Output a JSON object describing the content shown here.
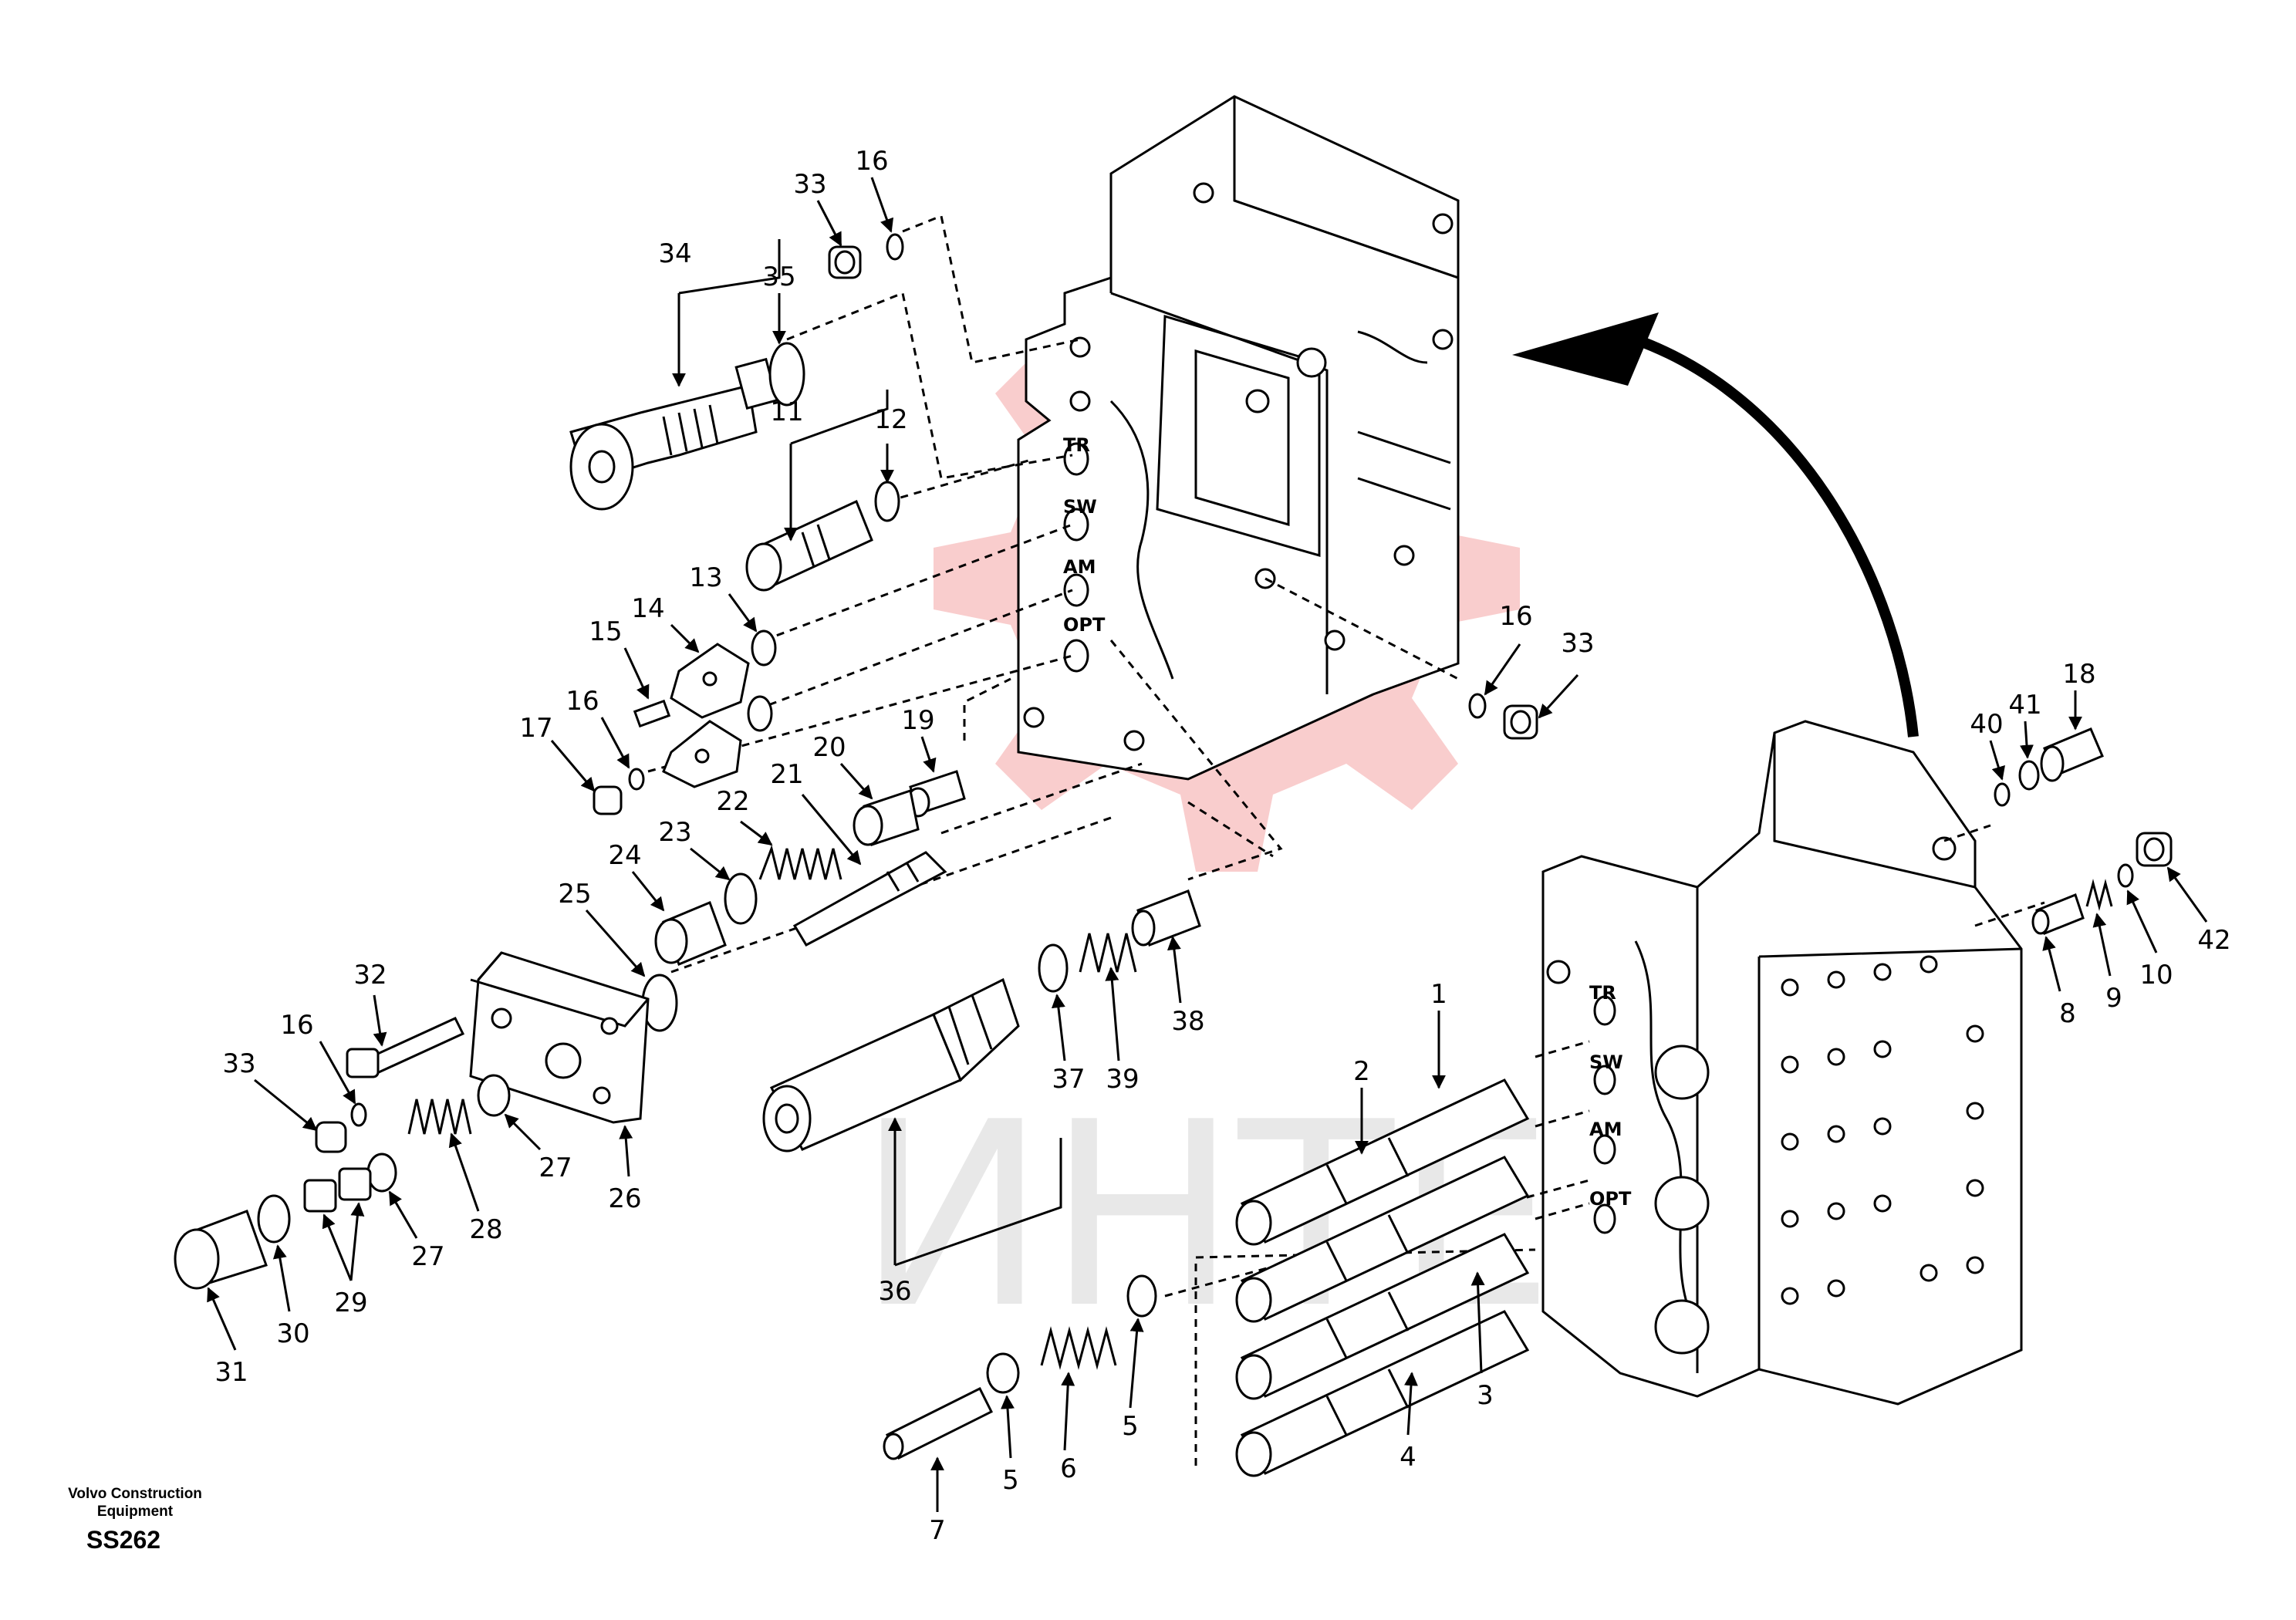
{
  "diagram": {
    "publisher": "Volvo Construction Equipment",
    "code": "SS262",
    "watermark_text": "ИНТЕХ",
    "watermark_color": "#e84a4a",
    "port_labels": {
      "upper": [
        "TR",
        "SW",
        "AM",
        "OPT"
      ],
      "lower": [
        "TR",
        "SW",
        "AM",
        "OPT"
      ]
    },
    "callouts": [
      {
        "id": "c16a",
        "text": "16"
      },
      {
        "id": "c33a",
        "text": "33"
      },
      {
        "id": "c34",
        "text": "34"
      },
      {
        "id": "c35",
        "text": "35"
      },
      {
        "id": "c11",
        "text": "11"
      },
      {
        "id": "c12",
        "text": "12"
      },
      {
        "id": "c13",
        "text": "13"
      },
      {
        "id": "c14",
        "text": "14"
      },
      {
        "id": "c15",
        "text": "15"
      },
      {
        "id": "c16b",
        "text": "16"
      },
      {
        "id": "c17",
        "text": "17"
      },
      {
        "id": "c19",
        "text": "19"
      },
      {
        "id": "c20",
        "text": "20"
      },
      {
        "id": "c21",
        "text": "21"
      },
      {
        "id": "c22",
        "text": "22"
      },
      {
        "id": "c23",
        "text": "23"
      },
      {
        "id": "c24",
        "text": "24"
      },
      {
        "id": "c25",
        "text": "25"
      },
      {
        "id": "c32",
        "text": "32"
      },
      {
        "id": "c33b",
        "text": "33"
      },
      {
        "id": "c16c",
        "text": "16"
      },
      {
        "id": "c27a",
        "text": "27"
      },
      {
        "id": "c26",
        "text": "26"
      },
      {
        "id": "c28",
        "text": "28"
      },
      {
        "id": "c27b",
        "text": "27"
      },
      {
        "id": "c29",
        "text": "29"
      },
      {
        "id": "c30",
        "text": "30"
      },
      {
        "id": "c31",
        "text": "31"
      },
      {
        "id": "c16d",
        "text": "16"
      },
      {
        "id": "c33c",
        "text": "33"
      },
      {
        "id": "c37",
        "text": "37"
      },
      {
        "id": "c39",
        "text": "39"
      },
      {
        "id": "c38",
        "text": "38"
      },
      {
        "id": "c36",
        "text": "36"
      },
      {
        "id": "c1",
        "text": "1"
      },
      {
        "id": "c2",
        "text": "2"
      },
      {
        "id": "c3",
        "text": "3"
      },
      {
        "id": "c4",
        "text": "4"
      },
      {
        "id": "c5a",
        "text": "5"
      },
      {
        "id": "c5b",
        "text": "5"
      },
      {
        "id": "c6",
        "text": "6"
      },
      {
        "id": "c7",
        "text": "7"
      },
      {
        "id": "c40",
        "text": "40"
      },
      {
        "id": "c41",
        "text": "41"
      },
      {
        "id": "c18",
        "text": "18"
      },
      {
        "id": "c8",
        "text": "8"
      },
      {
        "id": "c9",
        "text": "9"
      },
      {
        "id": "c10",
        "text": "10"
      },
      {
        "id": "c42",
        "text": "42"
      }
    ]
  }
}
